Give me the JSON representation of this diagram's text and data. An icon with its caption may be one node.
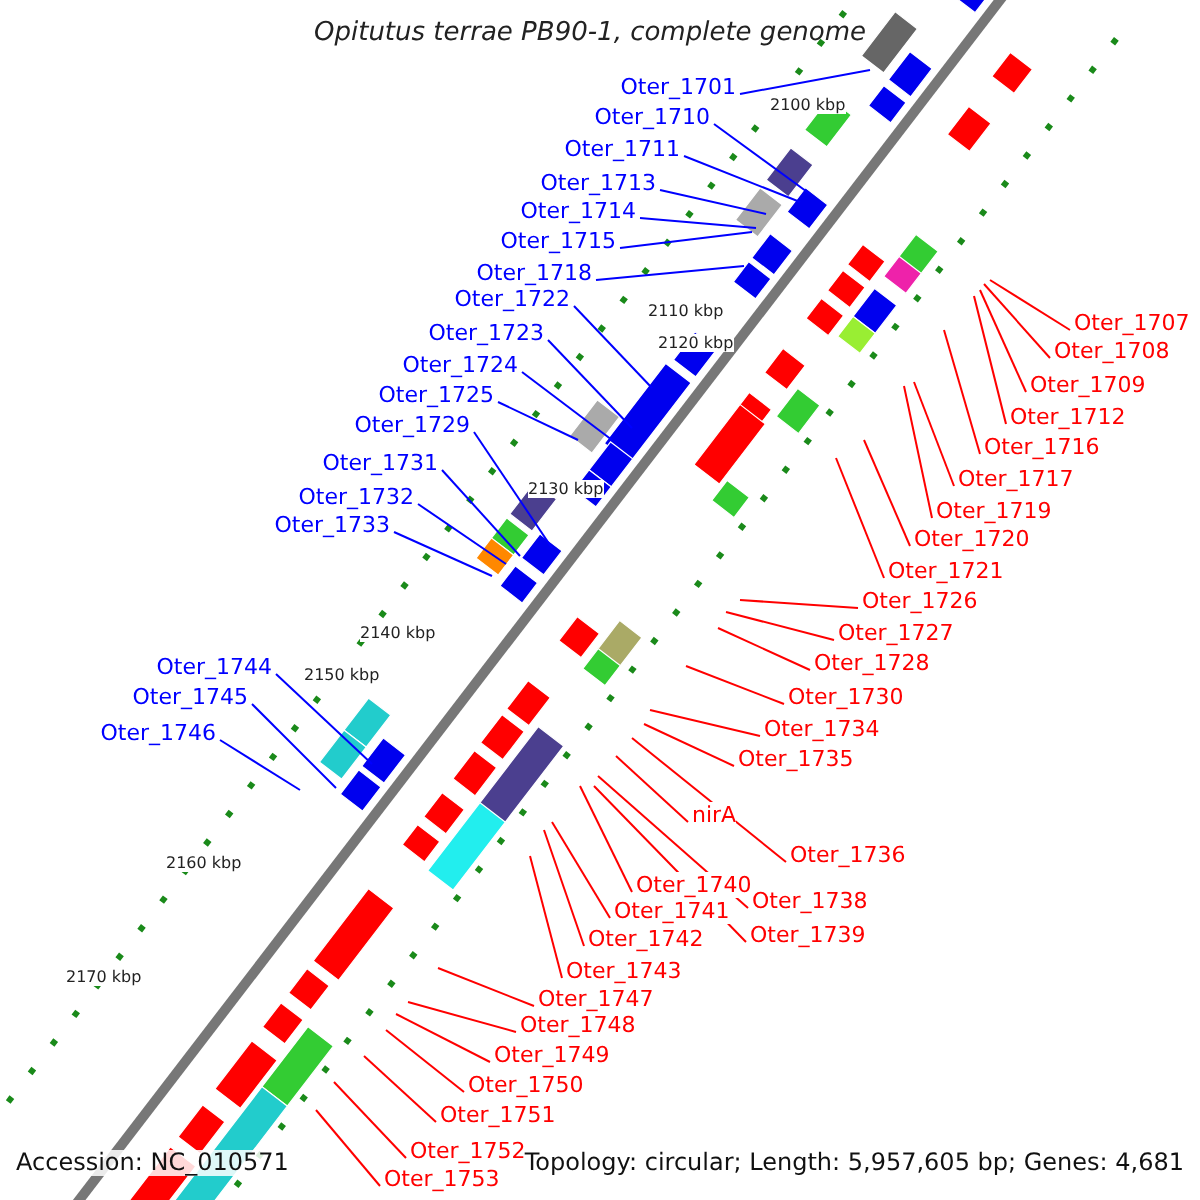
{
  "diagram": {
    "title": "Opitutus terrae PB90-1, complete genome",
    "nodes": [
      {
        "text": [
          "Oter_1701"
        ]
      },
      {
        "text": [
          "Oter_1710"
        ]
      },
      {
        "text": [
          "Oter_1711"
        ]
      },
      {
        "text": [
          "Oter_1713"
        ]
      },
      {
        "text": [
          "Oter_1714"
        ]
      },
      {
        "text": [
          "Oter_1715"
        ]
      },
      {
        "text": [
          "Oter_1718"
        ]
      },
      {
        "text": [
          "Oter_1722"
        ]
      },
      {
        "text": [
          "Oter_1723"
        ]
      },
      {
        "text": [
          "Oter_1724"
        ]
      },
      {
        "text": [
          "Oter_1725"
        ]
      },
      {
        "text": [
          "Oter_1729"
        ]
      },
      {
        "text": [
          "Oter_1731"
        ]
      },
      {
        "text": [
          "Oter_1732"
        ]
      },
      {
        "text": [
          "Oter_1733"
        ]
      },
      {
        "text": [
          "Oter_1744"
        ]
      },
      {
        "text": [
          "Oter_1745"
        ]
      },
      {
        "text": [
          "Oter_1746"
        ]
      },
      {
        "text": [
          "Oter_1707"
        ]
      },
      {
        "text": [
          "Oter_1708"
        ]
      },
      {
        "text": [
          "Oter_1709"
        ]
      },
      {
        "text": [
          "Oter_1712"
        ]
      },
      {
        "text": [
          "Oter_1716"
        ]
      },
      {
        "text": [
          "Oter_1717"
        ]
      },
      {
        "text": [
          "Oter_1719"
        ]
      },
      {
        "text": [
          "Oter_1720"
        ]
      },
      {
        "text": [
          "Oter_1721"
        ]
      },
      {
        "text": [
          "Oter_1726"
        ]
      },
      {
        "text": [
          "Oter_1727"
        ]
      },
      {
        "text": [
          "Oter_1728"
        ]
      },
      {
        "text": [
          "Oter_1730"
        ]
      },
      {
        "text": [
          "Oter_1734"
        ]
      },
      {
        "text": [
          "Oter_1735"
        ]
      },
      {
        "text": [
          "nirA"
        ]
      },
      {
        "text": [
          "Oter_1736"
        ]
      },
      {
        "text": [
          "Oter_1738"
        ]
      },
      {
        "text": [
          "Oter_1739"
        ]
      },
      {
        "text": [
          "Oter_1740"
        ]
      },
      {
        "text": [
          "Oter_1741"
        ]
      },
      {
        "text": [
          "Oter_1742"
        ]
      },
      {
        "text": [
          "Oter_1743"
        ]
      },
      {
        "text": [
          "Oter_1747"
        ]
      },
      {
        "text": [
          "Oter_1748"
        ]
      },
      {
        "text": [
          "Oter_1749"
        ]
      },
      {
        "text": [
          "Oter_1750"
        ]
      },
      {
        "text": [
          "Oter_1751"
        ]
      },
      {
        "text": [
          "Oter_1752"
        ]
      },
      {
        "text": [
          "Oter_1753"
        ]
      }
    ],
    "edges": [
      {
        "from": 0,
        "to": null,
        "arrow": "none",
        "color": "#0000ff"
      },
      {
        "from": 1,
        "to": null,
        "arrow": "none",
        "color": "#0000ff"
      },
      {
        "from": 2,
        "to": null,
        "arrow": "none",
        "color": "#0000ff"
      },
      {
        "from": 3,
        "to": null,
        "arrow": "none",
        "color": "#0000ff"
      },
      {
        "from": 4,
        "to": null,
        "arrow": "none",
        "color": "#0000ff"
      },
      {
        "from": 5,
        "to": null,
        "arrow": "none",
        "color": "#0000ff"
      },
      {
        "from": 6,
        "to": null,
        "arrow": "none",
        "color": "#0000ff"
      },
      {
        "from": 7,
        "to": null,
        "arrow": "none",
        "color": "#0000ff"
      },
      {
        "from": 8,
        "to": null,
        "arrow": "none",
        "color": "#0000ff"
      },
      {
        "from": 9,
        "to": null,
        "arrow": "none",
        "color": "#0000ff"
      },
      {
        "from": 10,
        "to": null,
        "arrow": "none",
        "color": "#0000ff"
      },
      {
        "from": 11,
        "to": null,
        "arrow": "none",
        "color": "#0000ff"
      },
      {
        "from": 12,
        "to": null,
        "arrow": "none",
        "color": "#0000ff"
      },
      {
        "from": 13,
        "to": null,
        "arrow": "none",
        "color": "#0000ff"
      },
      {
        "from": 14,
        "to": null,
        "arrow": "none",
        "color": "#0000ff"
      },
      {
        "from": 15,
        "to": null,
        "arrow": "none",
        "color": "#0000ff"
      },
      {
        "from": 16,
        "to": null,
        "arrow": "none",
        "color": "#0000ff"
      },
      {
        "from": 17,
        "to": null,
        "arrow": "none",
        "color": "#0000ff"
      },
      {
        "from": 18,
        "to": null,
        "arrow": "none"
      },
      {
        "from": 19,
        "to": null,
        "arrow": "none"
      },
      {
        "from": 20,
        "to": null,
        "arrow": "none"
      },
      {
        "from": 21,
        "to": null,
        "arrow": "none"
      },
      {
        "from": 22,
        "to": null,
        "arrow": "none"
      },
      {
        "from": 23,
        "to": null,
        "arrow": "none"
      },
      {
        "from": 24,
        "to": null,
        "arrow": "none"
      },
      {
        "from": 25,
        "to": null,
        "arrow": "none"
      },
      {
        "from": 26,
        "to": null,
        "arrow": "none"
      },
      {
        "from": 27,
        "to": null,
        "arrow": "none"
      },
      {
        "from": 28,
        "to": null,
        "arrow": "none"
      },
      {
        "from": 29,
        "to": null,
        "arrow": "none"
      },
      {
        "from": 30,
        "to": null,
        "arrow": "none"
      },
      {
        "from": 31,
        "to": null,
        "arrow": "none"
      },
      {
        "from": 32,
        "to": null,
        "arrow": "none"
      },
      {
        "from": 33,
        "to": null,
        "arrow": "none"
      },
      {
        "from": 34,
        "to": null,
        "arrow": "none"
      },
      {
        "from": 35,
        "to": null,
        "arrow": "none"
      },
      {
        "from": 36,
        "to": null,
        "arrow": "none"
      },
      {
        "from": 37,
        "to": null,
        "arrow": "none"
      },
      {
        "from": 38,
        "to": null,
        "arrow": "none"
      },
      {
        "from": 39,
        "to": null,
        "arrow": "none"
      },
      {
        "from": 40,
        "to": null,
        "arrow": "none"
      },
      {
        "from": 41,
        "to": null,
        "arrow": "none"
      },
      {
        "from": 42,
        "to": null,
        "arrow": "none"
      },
      {
        "from": 43,
        "to": null,
        "arrow": "none"
      },
      {
        "from": 44,
        "to": null,
        "arrow": "none"
      },
      {
        "from": 45,
        "to": null,
        "arrow": "none"
      },
      {
        "from": 46,
        "to": null,
        "arrow": "none"
      },
      {
        "from": 47,
        "to": null,
        "arrow": "none"
      }
    ],
    "labels": [
      "2100 kbp",
      "2110 kbp",
      "2120 kbp",
      "2130 kbp",
      "2140 kbp",
      "2150 kbp",
      "2160 kbp",
      "2170 kbp",
      "Accession: NC_010571",
      "Topology: circular; Length: 5,957,605 bp; Genes: 4,681"
    ]
  }
}
